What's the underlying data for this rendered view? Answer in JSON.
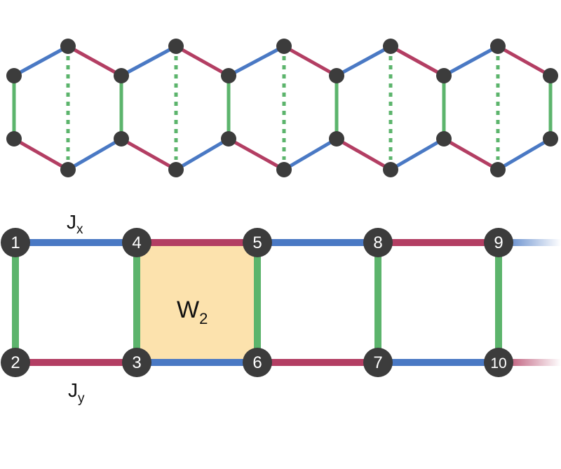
{
  "colors": {
    "x_bond": "#4a79c4",
    "y_bond": "#b33e63",
    "z_bond": "#5cb46c",
    "node": "#3c3c3c",
    "node_text": "#ffffff",
    "plaquette": "#fce2ad",
    "label_text": "#111111"
  },
  "ladder": {
    "node_labels": [
      "1",
      "2",
      "3",
      "4",
      "5",
      "6",
      "7",
      "8",
      "9",
      "10"
    ],
    "coupling_labels": {
      "jx_main": "J",
      "jx_sub": "x",
      "jy_main": "J",
      "jy_sub": "y"
    },
    "plaquette_label_main": "W",
    "plaquette_label_sub": "2"
  }
}
